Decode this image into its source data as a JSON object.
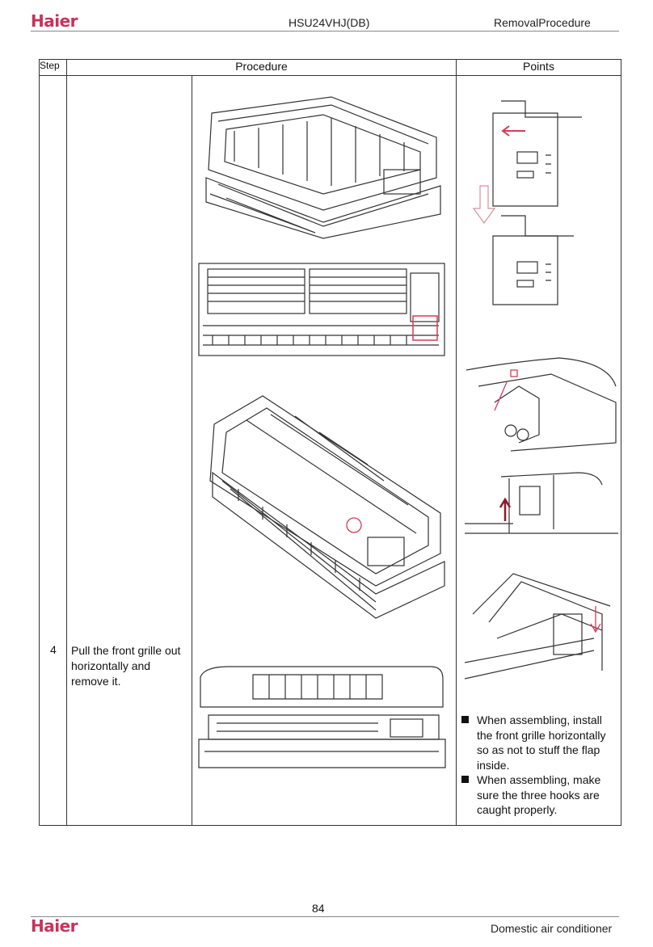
{
  "header": {
    "brand": "Haier",
    "model": "HSU24VHJ(DB)",
    "section": "RemovalProcedure"
  },
  "table": {
    "col_step": "Step",
    "col_procedure": "Procedure",
    "col_points": "Points",
    "row": {
      "step": "4",
      "procedure_text": "Pull the front grille out horizontally and remove it.",
      "points": [
        "When assembling, install the front grille horizontally so as not to stuff the flap inside.",
        "When assembling, make sure the three hooks are caught properly."
      ]
    }
  },
  "footer": {
    "page_number": "84",
    "brand": "Haier",
    "product": "Domestic air conditioner"
  },
  "colors": {
    "brand": "#c8325a",
    "arrow": "#d63a55"
  }
}
